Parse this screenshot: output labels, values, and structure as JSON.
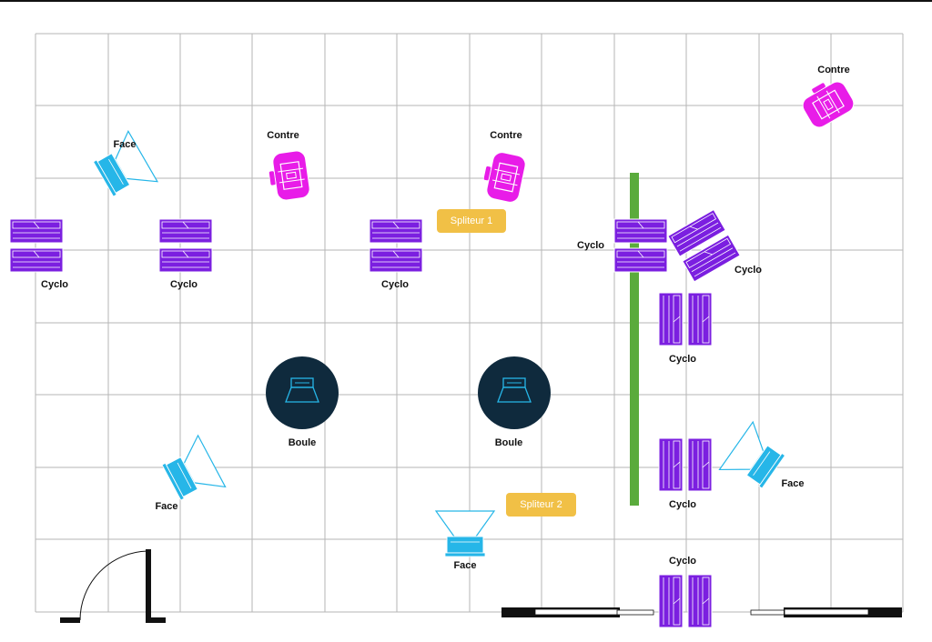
{
  "colors": {
    "grid": "#b5b5b5",
    "cyclo": "#7b1fe0",
    "contre": "#e81ce8",
    "face": "#26b6e8",
    "boule": "#0f2a3d",
    "splitter": "#f1c046",
    "truss": "#5aab3c",
    "wall": "#111111"
  },
  "icons": {
    "cyclo": "cyclorama-light-icon",
    "contre": "back-light-icon",
    "face": "front-light-icon",
    "boule": "ball-light-icon",
    "door": "door-icon"
  },
  "fixtures": {
    "cyclo_left": "Cyclo",
    "cyclo_center_left": "Cyclo",
    "cyclo_center": "Cyclo",
    "cyclo_truss": "Cyclo",
    "cyclo_rotated": "Cyclo",
    "cyclo_right_1": "Cyclo",
    "cyclo_right_2": "Cyclo",
    "cyclo_bottom": "Cyclo",
    "contre_left": "Contre",
    "contre_center": "Contre",
    "contre_right": "Contre",
    "face_top_left": "Face",
    "face_bottom_left": "Face",
    "face_bottom_center": "Face",
    "face_right": "Face",
    "boule_left": "Boule",
    "boule_right": "Boule"
  },
  "splitters": {
    "splitter_1": "Spliteur 1",
    "splitter_2": "Spliteur 2"
  }
}
